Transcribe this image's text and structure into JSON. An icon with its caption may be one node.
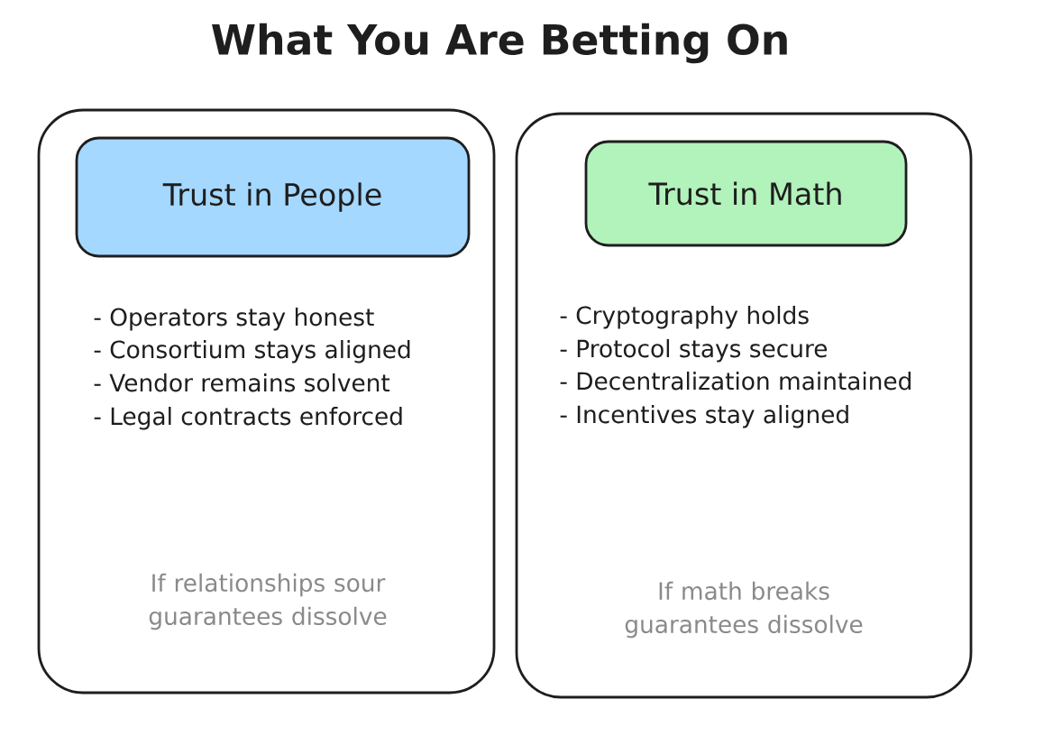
{
  "diagram": {
    "title": "What You Are Betting On",
    "nodes": [
      {
        "text": [
          "- Operators stay honest",
          "- Consortium stays aligned",
          "- Vendor remains solvent",
          "- Legal contracts enforced",
          "If relationships sour guarantees dissolve"
        ]
      },
      {
        "text": [
          "Trust in People"
        ],
        "in": 0
      },
      {
        "text": [
          "- Cryptography holds",
          "- Protocol stays secure",
          "- Decentralization maintained",
          "- Incentives stay aligned",
          "If math breaks guarantees dissolve"
        ]
      },
      {
        "text": [
          "Trust in Math"
        ],
        "in": 2
      }
    ]
  }
}
